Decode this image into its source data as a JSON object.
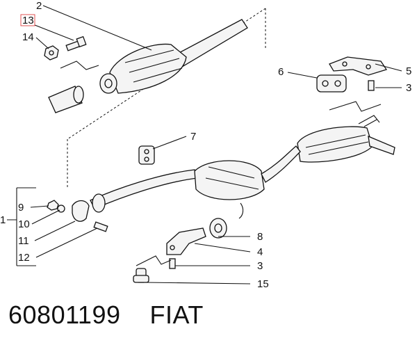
{
  "diagram": {
    "callouts": {
      "c1": "1",
      "c2": "2",
      "c3a": "3",
      "c3b": "3",
      "c4": "4",
      "c5": "5",
      "c6": "6",
      "c7": "7",
      "c8": "8",
      "c9": "9",
      "c10": "10",
      "c11": "11",
      "c12": "12",
      "c13": "13",
      "c14": "14",
      "c15": "15"
    },
    "highlight_color": "#e05050"
  },
  "caption": {
    "part_number": "60801199",
    "brand": "FIAT"
  }
}
